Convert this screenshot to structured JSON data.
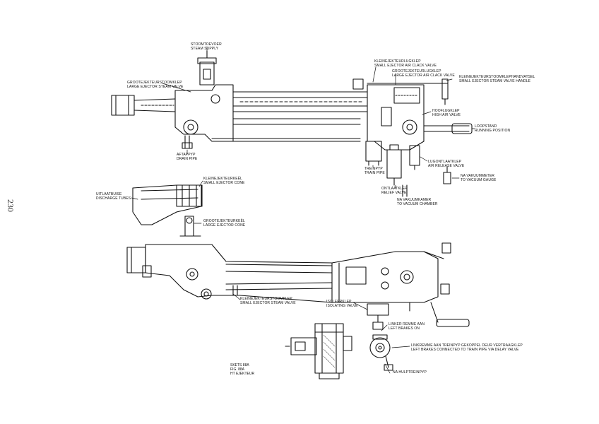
{
  "page_number": "230",
  "labels": {
    "steam_supply": [
      "STOOMTOEVOER",
      "STEAM SUPPLY"
    ],
    "large_ejector_steam_valve": [
      "GROOTEJEKTEURSTOOMKLEP",
      "LARGE EJECTOR STEAM VALVE"
    ],
    "small_ejector_air_clack": [
      "KLEINEJEKTEURLUGKLEP",
      "SMALL EJECTOR AIR CLACK VALVE"
    ],
    "large_ejector_air_clack": [
      "GROOTEJEKTEURLUGKLEP",
      "LARGE EJECTOR AIR CLACK VALVE"
    ],
    "small_ejector_steam_handle": [
      "KLEINEJEKTEURSTOOMKLEPHANDVATSEL",
      "SMALL EJECTOR STEAM VALVE HANDLE"
    ],
    "high_air_valve": [
      "HOOFLUGKLEP",
      "HIGH AIR VALVE"
    ],
    "running_position": [
      "LOOPSTAND",
      "RUNNING POSITION"
    ],
    "drain_pipe": [
      "AFTAPPYP",
      "DRAIN PIPE"
    ],
    "air_release_valve": [
      "LUGONTLAATKLEP",
      "AIR RELEASE VALVE"
    ],
    "train_pipe": [
      "TREINPYP",
      "TRAIN PIPE"
    ],
    "to_vacuum_gauge": [
      "NA VAKUUMMETER",
      "TO VACUUM GAUGE"
    ],
    "relief_valve": [
      "ONTLAATKLEP",
      "RELIEF VALVE"
    ],
    "to_vacuum_chamber": [
      "NA VAKUUMKAMER",
      "TO VACUUM CHAMBER"
    ],
    "small_ejector_cone": [
      "KLEINEJEKTEURKEËL",
      "SMALL EJECTOR CONE"
    ],
    "discharge_tubes": [
      "UITLAATBUISE",
      "DISCHARGE TUBES"
    ],
    "large_ejector_cone": [
      "GROOTEJEKTEURKEËL",
      "LARGE EJECTOR CONE"
    ],
    "small_ejector_steam_valve": [
      "KLEINEJEKTEURSTOOMKLEP",
      "SMALL EJECTOR STEAM VALVE"
    ],
    "isolating_valve": [
      "ISOLEERKLEP",
      "ISOLATING VALVE"
    ],
    "brakes_on": [
      "LINKER REMME AAN",
      "LEFT BRAKES ON"
    ],
    "brakes_connected": [
      "LINKREMME AAN TREINPYP GEKOPPEL DEUR VERTRAAGKLEP",
      "LEFT BRAKES CONNECTED TO TRAIN PIPE VIA DELAY VALVE"
    ],
    "to_auxiliary_pipe": [
      "NA HULPTREINPYP"
    ]
  },
  "caption": [
    "SKETS 88A",
    "FIG. 88A",
    "HT EJEKTEUR"
  ]
}
